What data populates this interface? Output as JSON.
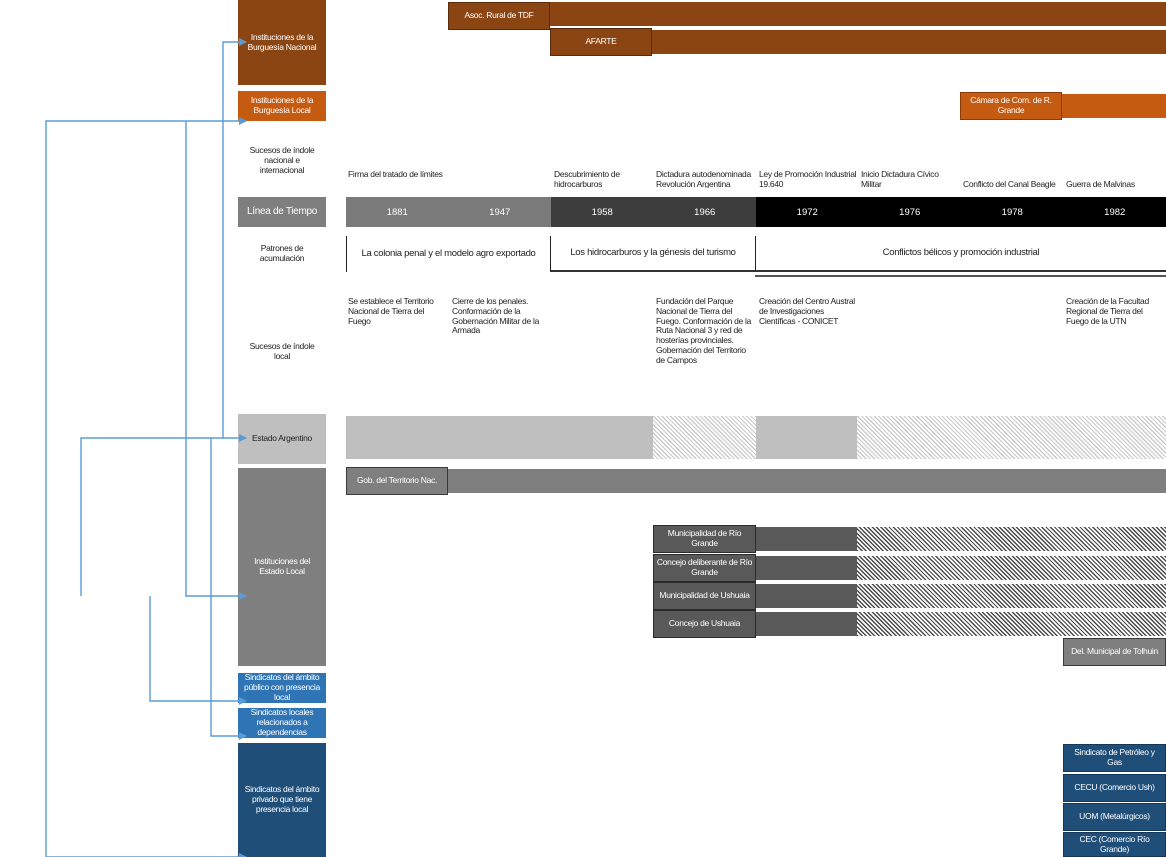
{
  "rows": {
    "burguesia_nacional": "Instituciones de la Burguesía Nacional",
    "burguesia_local": "Instituciones de la Burguesía Local",
    "sucesos_nacional": "Sucesos de índole nacional e internacional",
    "linea_tiempo": "Línea de Tiempo",
    "patrones": "Patrones de acumulación",
    "sucesos_local": "Sucesos de índole local",
    "estado_argentino": "Estado Argentino",
    "estado_local": "Instituciones del Estado Local",
    "sind_publico": "Sindicatos del ámbito público con presencia local",
    "sind_locales": "Sindicatos locales relacionados a dependencias",
    "sind_privado": "Sindicatos del ámbito privado que tiene presencia local"
  },
  "timeline": {
    "years": [
      "1881",
      "1947",
      "1958",
      "1966",
      "1972",
      "1976",
      "1978",
      "1982"
    ],
    "colors": [
      "#7a7a7a",
      "#7a7a7a",
      "#3d3d3d",
      "#3d3d3d",
      "#000000",
      "#000000",
      "#000000",
      "#000000"
    ]
  },
  "periods": [
    "La colonia penal y el modelo agro exportado",
    "Los hidrocarburos y la génesis del turismo",
    "Conflictos bélicos y promoción industrial"
  ],
  "events_national": [
    "Firma del tratado de límites",
    "Descubrimiento de hidrocarburos",
    "Dictadura autodenominada Revolución Argentina",
    "Ley de Promoción Industrial 19.640",
    "Inicio Dictadura Cívico Militar",
    "Conflicto del Canal Beagle",
    "Guerra de Malvinas"
  ],
  "events_local": [
    "Se establece el Territorio Nacional de Tierra del Fuego",
    "Cierre de los penales. Conformación de la Gobernación Militar de la Armada",
    "Fundación del Parque Nacional de Tierra del Fuego. Conformación de la Ruta Nacional 3 y red de hosterías provinciales. Gobernación del Territorio de Campos",
    "Creación del Centro Austral de Investigaciones Científicas - CONICET",
    "Creación de la Facultad Regional de Tierra del Fuego de la UTN"
  ],
  "institutions": {
    "asoc_rural": "Asoc. Rural de TDF",
    "afarte": "AFARTE",
    "camara": "Cámara de Com. de R. Grande",
    "gob_territorio": "Gob. del Territorio Nac.",
    "muni_rio_grande": "Municipalidad de Río Grande",
    "concejo_rio_grande": "Concejo deliberante de Río Grande",
    "muni_ushuaia": "Municipalidad de Ushuaia",
    "concejo_ushuaia": "Concejo de Ushuaia",
    "del_tolhuin": "Del. Municipal de Tolhuin"
  },
  "unions": [
    "Sindicato de Petróleo y Gas",
    "CECU (Comercio Ush)",
    "UOM (Metalúrgicos)",
    "CEC (Comercio Río Grande)"
  ],
  "colors": {
    "brown": "#8B4513",
    "brown_dark": "#6e3410",
    "orange": "#c55a11",
    "gray_row": "#7f7f7f",
    "light_gray": "#bfbfbf",
    "blue_light": "#2f75b5",
    "blue_dark": "#1f4e79",
    "connector": "#5b9bd5"
  }
}
